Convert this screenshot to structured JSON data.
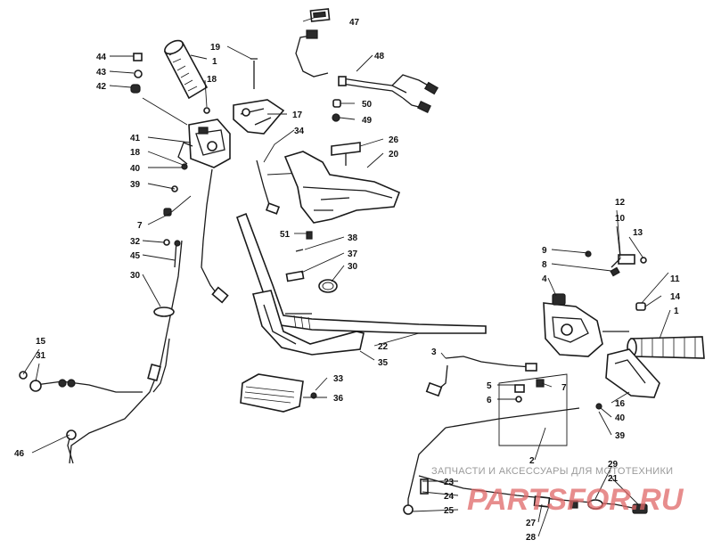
{
  "diagram": {
    "callouts": {
      "c44": "44",
      "c43": "43",
      "c42": "42",
      "c1a": "1",
      "c19": "19",
      "c18a": "18",
      "c47": "47",
      "c48": "48",
      "c50": "50",
      "c49": "49",
      "c17": "17",
      "c34": "34",
      "c41": "41",
      "c18b": "18",
      "c40a": "40",
      "c39a": "39",
      "c26": "26",
      "c20": "20",
      "c7a": "7",
      "c51": "51",
      "c38": "38",
      "c37": "37",
      "c30a": "30",
      "c32": "32",
      "c45": "45",
      "c30b": "30",
      "c12": "12",
      "c10": "10",
      "c13": "13",
      "c9": "9",
      "c8": "8",
      "c11": "11",
      "c4": "4",
      "c14": "14",
      "c1b": "1",
      "c22": "22",
      "c35": "35",
      "c3": "3",
      "c15": "15",
      "c31": "31",
      "c33": "33",
      "c36": "36",
      "c5": "5",
      "c7b": "7",
      "c6": "6",
      "c16": "16",
      "c40b": "40",
      "c39b": "39",
      "c2": "2",
      "c46": "46",
      "c29": "29",
      "c21": "21",
      "c23": "23",
      "c24": "24",
      "c25": "25",
      "c27": "27",
      "c28": "28"
    },
    "watermark": {
      "caption": "ЗАПЧАСТИ И АКСЕССУАРЫ ДЛЯ МОТОТЕХНИКИ",
      "logo": "PARTSFOR.RU"
    }
  }
}
